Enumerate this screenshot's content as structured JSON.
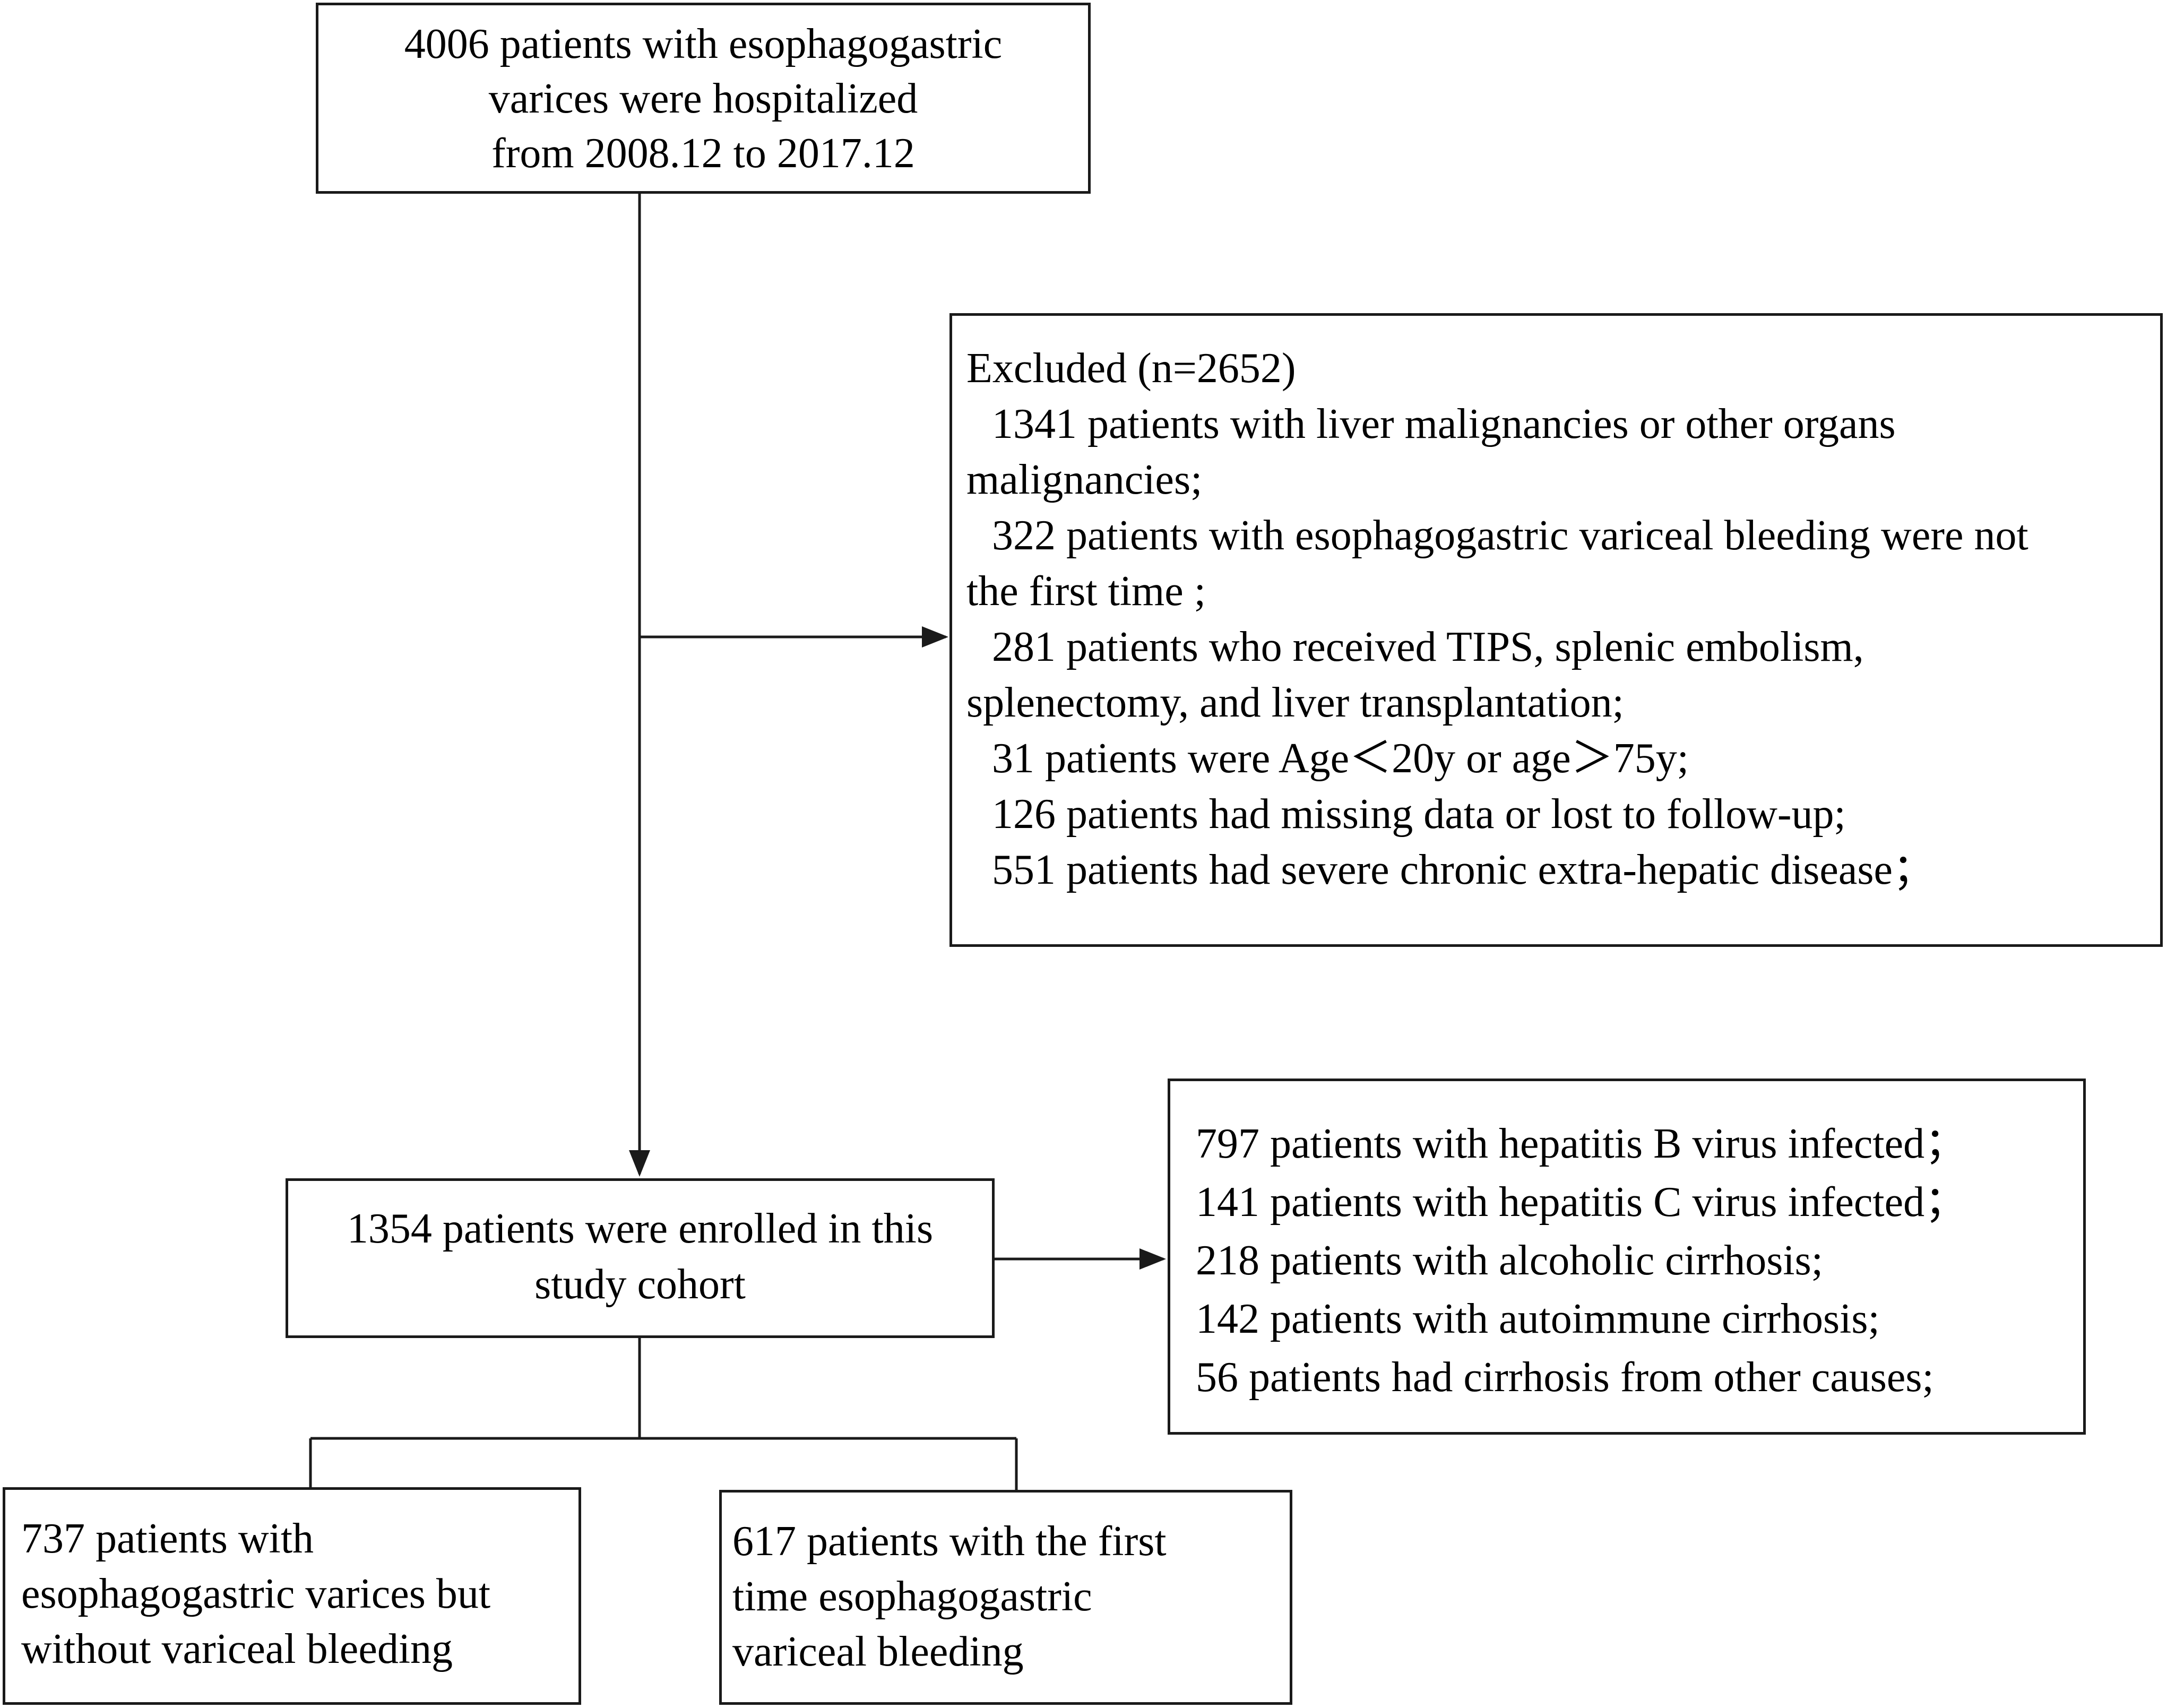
{
  "screened_box": {
    "lines": [
      "4006 patients with esophagogastric",
      "varices were hospitalized",
      "from 2008.12 to 2017.12"
    ]
  },
  "excluded_box": {
    "header": "Excluded (n=2652)",
    "lines": [
      "1341 patients with liver malignancies or other organs",
      "malignancies;",
      "322 patients with esophagogastric variceal bleeding were not",
      "the first time ;",
      "281 patients who received TIPS, splenic embolism,",
      "splenectomy, and liver transplantation;",
      "31 patients were Age＜20y or age＞75y;",
      "126 patients had missing data or lost to follow-up;",
      "551 patients had severe chronic extra-hepatic disease；"
    ]
  },
  "enrolled_box": {
    "lines": [
      "1354 patients were enrolled in this",
      "study cohort"
    ]
  },
  "etiology_box": {
    "lines": [
      "797 patients with hepatitis B virus infected；",
      "141 patients with hepatitis C virus infected；",
      "218 patients with alcoholic cirrhosis;",
      "142 patients with autoimmune cirrhosis;",
      "56 patients had cirrhosis from other causes;"
    ]
  },
  "non_bleeding_box": {
    "lines": [
      "737 patients with",
      "esophagogastric varices but",
      "without variceal bleeding"
    ]
  },
  "bleeding_box": {
    "lines": [
      "617 patients with the first",
      "time esophagogastric",
      "variceal bleeding"
    ]
  },
  "colors": {
    "line": "#1a1a1a",
    "background": "#ffffff",
    "text": "#000000"
  }
}
